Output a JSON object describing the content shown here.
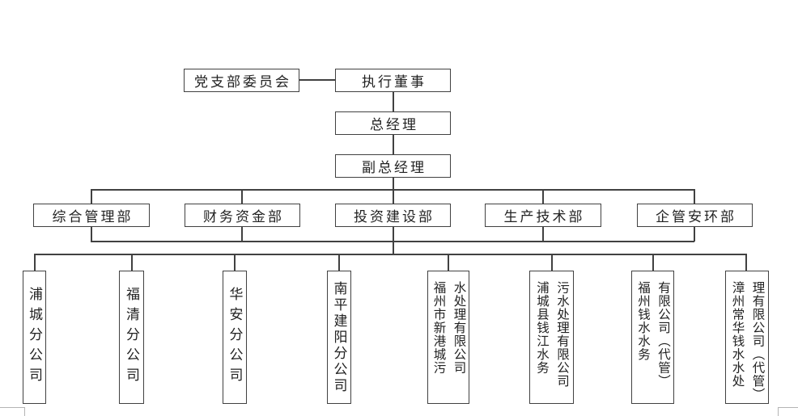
{
  "canvas": {
    "background": "#ffffff",
    "line_color": "#414141",
    "text_color": "#222222",
    "frame_mark_color": "#b4b4b4"
  },
  "org": {
    "party_committee": {
      "label": "党支部委员会"
    },
    "executive_director": {
      "label": "执行董事"
    },
    "general_manager": {
      "label": "总经理"
    },
    "deputy_general_manager": {
      "label": "副总经理"
    },
    "departments": [
      {
        "label": "综合管理部"
      },
      {
        "label": "财务资金部"
      },
      {
        "label": "投资建设部"
      },
      {
        "label": "生产技术部"
      },
      {
        "label": "企管安环部"
      }
    ],
    "subsidiaries": [
      {
        "name": "浦城分公司",
        "lines": [
          "浦城分公司"
        ]
      },
      {
        "name": "福清分公司",
        "lines": [
          "福清分公司"
        ]
      },
      {
        "name": "华安分公司",
        "lines": [
          "华安分公司"
        ]
      },
      {
        "name": "南平建阳分公司",
        "lines": [
          "南平建阳分公司"
        ]
      },
      {
        "name": "福州市新港城污水处理有限公司",
        "lines": [
          "福州市新港城污",
          "水处理有限公司"
        ]
      },
      {
        "name": "浦城县钱江水务污水处理有限公司",
        "lines": [
          "浦城县钱江水务",
          "污水处理有限公司"
        ]
      },
      {
        "name": "福州钱水水务有限公司（代管）",
        "lines": [
          "福州钱水水务",
          "有限公司︵代管︶"
        ]
      },
      {
        "name": "漳州常华钱水水处理有限公司（代管）",
        "lines": [
          "漳州常华钱水水处",
          "理有限公司︵代管︶"
        ]
      }
    ]
  }
}
